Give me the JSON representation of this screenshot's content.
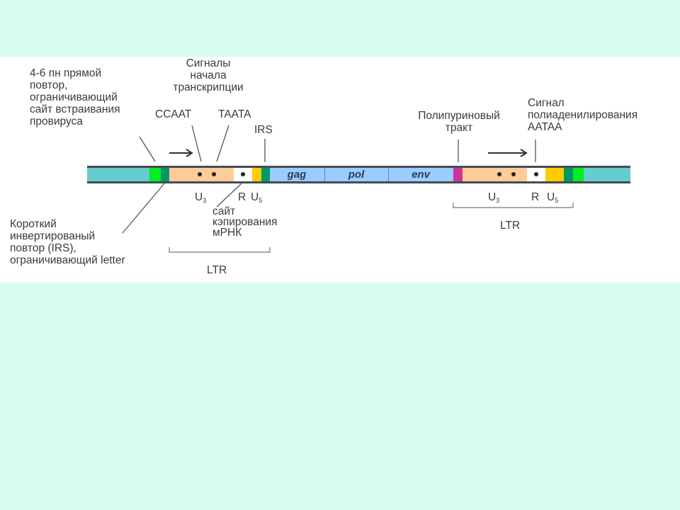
{
  "labels": {
    "direct_repeat": "4-6 пн прямой\nповтор,\nограничивающий\nсайт встраивания\nпровируса",
    "transcription_signals": "Сигналы\nначала\nтранскрипции",
    "ccaat": "CCAAT",
    "taata": "TAATA",
    "irs": "IRS",
    "polypurine_tract": "Полипуриновый\nтракт",
    "polyadenylation_signal": "Сигнал\nполиаденилирования\nAATAA",
    "inverted_repeat": "Короткий\nинвертированый\nповтор (IRS),\nограничивающий letter",
    "capping_site": "сайт\nкэпирования\nмРНК",
    "ltr_left": "LTR",
    "ltr_right": "LTR"
  },
  "regions": {
    "u3_letter": "U",
    "u3_sub": "3",
    "r": "R",
    "u5_letter": "U",
    "u5_sub": "5"
  },
  "genes": [
    "gag",
    "pol",
    "env"
  ],
  "colors": {
    "background": "#d6fcf1",
    "flank": "#66cccc",
    "light_green": "#00ee22",
    "dark_green": "#009966",
    "u3": "#ffcc99",
    "r": "#ffffff",
    "u5": "#ffcc00",
    "genes": "#99ccff",
    "polypurine": "#cc3399",
    "outline": "#444c55"
  }
}
